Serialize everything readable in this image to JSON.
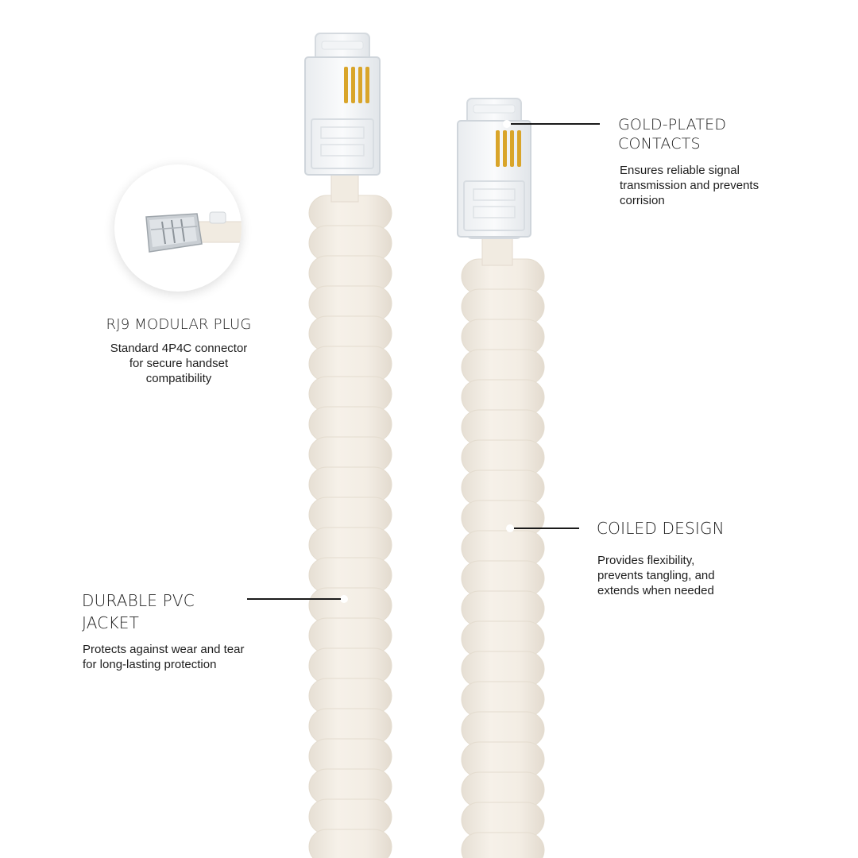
{
  "callouts": {
    "rj9_plug": {
      "title": "RJ9 MODULAR PLUG",
      "body": "Standard 4P4C connector\nfor secure handset\ncompatibility"
    },
    "gold_contacts": {
      "title": "GOLD-PLATED\nCONTACTS",
      "body": "Ensures reliable signal\ntransmission and prevents\ncorrision"
    },
    "coiled_design": {
      "title": "COILED DESIGN",
      "body": "Provides flexibility,\nprevents tangling, and\nextends when needed"
    },
    "pvc_jacket": {
      "title": "DURABLE PVC\nJACKET",
      "body": "Protects against wear and tear\nfor long-lasting protection"
    }
  },
  "colors": {
    "cord": "#f1ebe1",
    "cord_shadow": "#e2dace",
    "contacts": "#d9a52a",
    "text": "#1d1d1d"
  }
}
